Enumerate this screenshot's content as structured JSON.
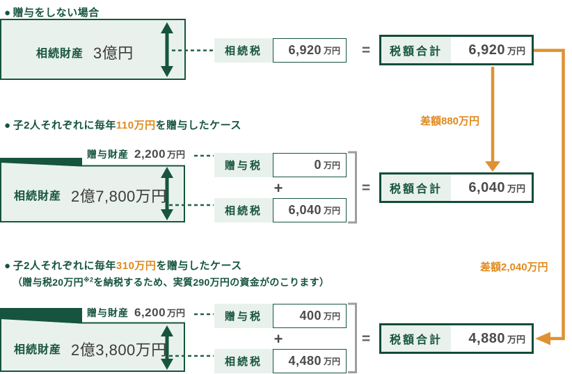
{
  "colors": {
    "dark_green": "#16543f",
    "light_green": "#e9f1ec",
    "orange": "#de9233",
    "value_gray": "#4b4b4b",
    "bracket_gray": "#9e9e9e"
  },
  "equals": "=",
  "sections": [
    {
      "heading": {
        "bullet": "●",
        "pre": "贈与をしない場合",
        "highlight": "",
        "post": ""
      },
      "estate": {
        "label": "相続財産",
        "value": "3億円"
      },
      "taxes": [
        {
          "name": "相続税",
          "amount": "6,920",
          "unit": "万円"
        }
      ],
      "total": {
        "label": "税額合計",
        "amount": "6,920",
        "unit": "万円"
      }
    },
    {
      "heading": {
        "bullet": "●",
        "pre": "子2人それぞれに毎年",
        "highlight": "110万円",
        "post": "を贈与したケース"
      },
      "gift": {
        "label": "贈与財産",
        "amount": "2,200",
        "unit": "万円"
      },
      "estate": {
        "label": "相続財産",
        "value": "2億7,800万円"
      },
      "plus": "+",
      "taxes": [
        {
          "name": "贈与税",
          "amount": "0",
          "unit": "万円"
        },
        {
          "name": "相続税",
          "amount": "6,040",
          "unit": "万円"
        }
      ],
      "total": {
        "label": "税額合計",
        "amount": "6,040",
        "unit": "万円"
      }
    },
    {
      "heading": {
        "bullet": "●",
        "pre": "子2人それぞれに毎年",
        "highlight": "310万円",
        "post": "を贈与したケース"
      },
      "subheading": {
        "pre": "（贈与税20万円",
        "sup": "※2",
        "post": "を納税するため、実質290万円の資金がのこります）"
      },
      "gift": {
        "label": "贈与財産",
        "amount": "6,200",
        "unit": "万円"
      },
      "estate": {
        "label": "相続財産",
        "value": "2億3,800万円"
      },
      "plus": "+",
      "taxes": [
        {
          "name": "贈与税",
          "amount": "400",
          "unit": "万円"
        },
        {
          "name": "相続税",
          "amount": "4,480",
          "unit": "万円"
        }
      ],
      "total": {
        "label": "税額合計",
        "amount": "4,880",
        "unit": "万円"
      }
    }
  ],
  "differences": [
    {
      "label": "差額880万円"
    },
    {
      "label": "差額2,040万円"
    }
  ]
}
